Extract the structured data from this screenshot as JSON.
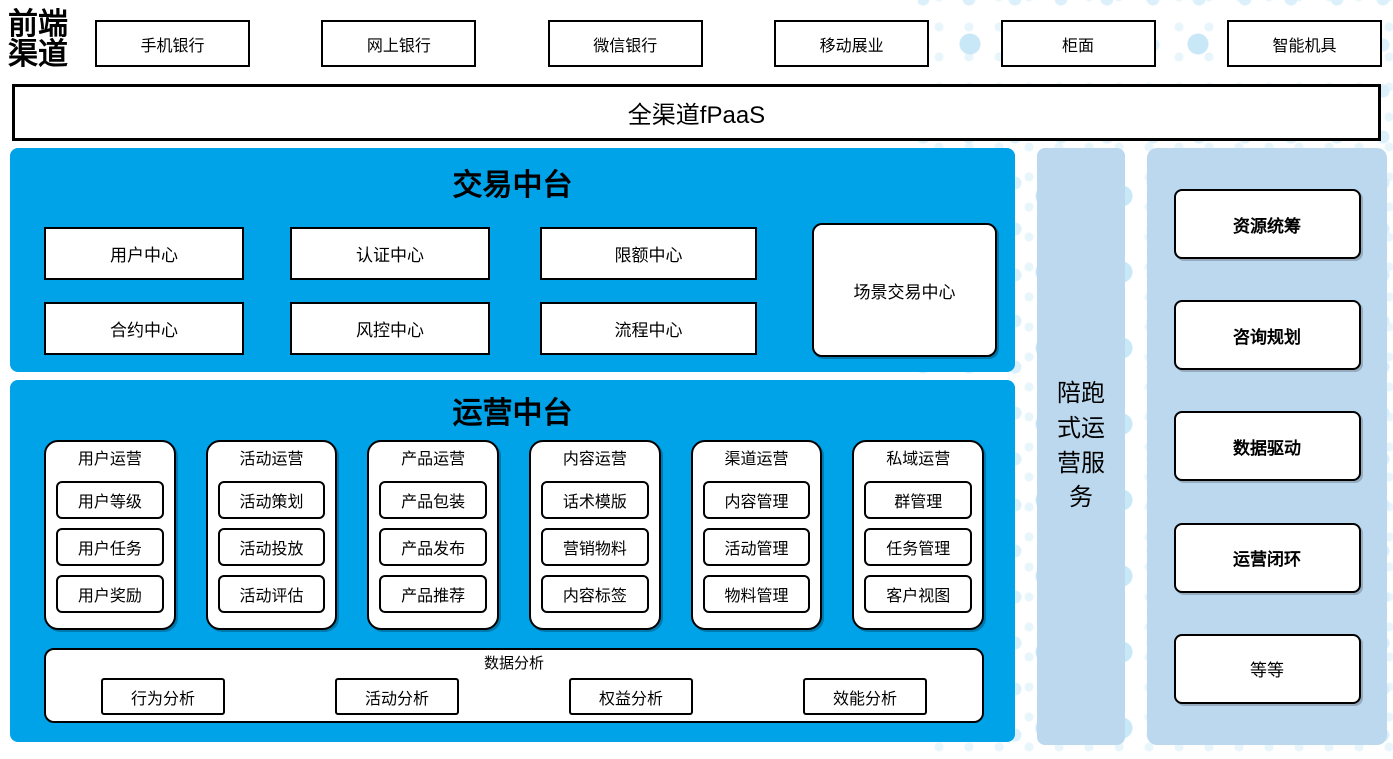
{
  "colors": {
    "primary_blue": "#00a2e8",
    "light_blue": "#bcd8ee",
    "dot_pattern": "#c9e8f7",
    "box_border": "#000000"
  },
  "front_channel": {
    "label": "前端渠道",
    "channels": [
      "手机银行",
      "网上银行",
      "微信银行",
      "移动展业",
      "柜面",
      "智能机具"
    ]
  },
  "fpaas": {
    "label": "全渠道fPaaS"
  },
  "trade_platform": {
    "title": "交易中台",
    "centers": [
      "用户中心",
      "认证中心",
      "限额中心",
      "合约中心",
      "风控中心",
      "流程中心"
    ],
    "scene_center": "场景交易中心"
  },
  "ops_platform": {
    "title": "运营中台",
    "groups": [
      {
        "title": "用户运营",
        "items": [
          "用户等级",
          "用户任务",
          "用户奖励"
        ]
      },
      {
        "title": "活动运营",
        "items": [
          "活动策划",
          "活动投放",
          "活动评估"
        ]
      },
      {
        "title": "产品运营",
        "items": [
          "产品包装",
          "产品发布",
          "产品推荐"
        ]
      },
      {
        "title": "内容运营",
        "items": [
          "话术模版",
          "营销物料",
          "内容标签"
        ]
      },
      {
        "title": "渠道运营",
        "items": [
          "内容管理",
          "活动管理",
          "物料管理"
        ]
      },
      {
        "title": "私域运营",
        "items": [
          "群管理",
          "任务管理",
          "客户视图"
        ]
      }
    ],
    "analytics": {
      "title": "数据分析",
      "items": [
        "行为分析",
        "活动分析",
        "权益分析",
        "效能分析"
      ]
    }
  },
  "accompany_service": {
    "label": "陪跑式运营服务"
  },
  "right_panel": {
    "items": [
      "资源统筹",
      "咨询规划",
      "数据驱动",
      "运营闭环",
      "等等"
    ]
  }
}
